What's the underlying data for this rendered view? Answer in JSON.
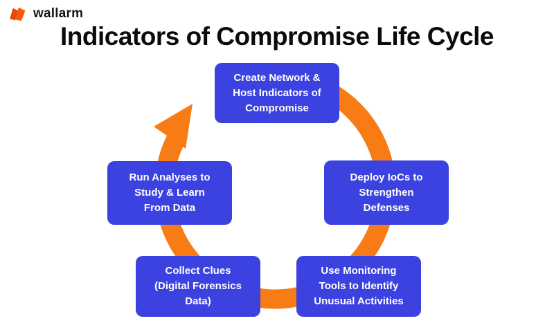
{
  "logo": {
    "text": "wallarm"
  },
  "title": "Indicators of Compromise Life Cycle",
  "colors": {
    "box_blue": "#3c42e0",
    "arrow_orange": "#f87c16",
    "logo_orange": "#f65c0f",
    "logo_orange_dark": "#e8480a",
    "title_black": "#0b0b0b"
  },
  "cycle": {
    "direction": "clockwise",
    "boxes": [
      {
        "id": "create",
        "position": "top",
        "lines": [
          "Create Network &",
          "Host Indicators of",
          "Compromise"
        ]
      },
      {
        "id": "deploy",
        "position": "right",
        "lines": [
          "Deploy IoCs to",
          "Strengthen",
          "Defenses"
        ]
      },
      {
        "id": "monitor",
        "position": "bottom-right",
        "lines": [
          "Use Monitoring",
          "Tools to Identify",
          "Unusual Activities"
        ]
      },
      {
        "id": "collect",
        "position": "bottom-left",
        "lines": [
          "Collect Clues",
          "(Digital Forensics",
          "Data)"
        ]
      },
      {
        "id": "analyze",
        "position": "left",
        "lines": [
          "Run Analyses to",
          "Study & Learn",
          "From Data"
        ]
      }
    ]
  }
}
